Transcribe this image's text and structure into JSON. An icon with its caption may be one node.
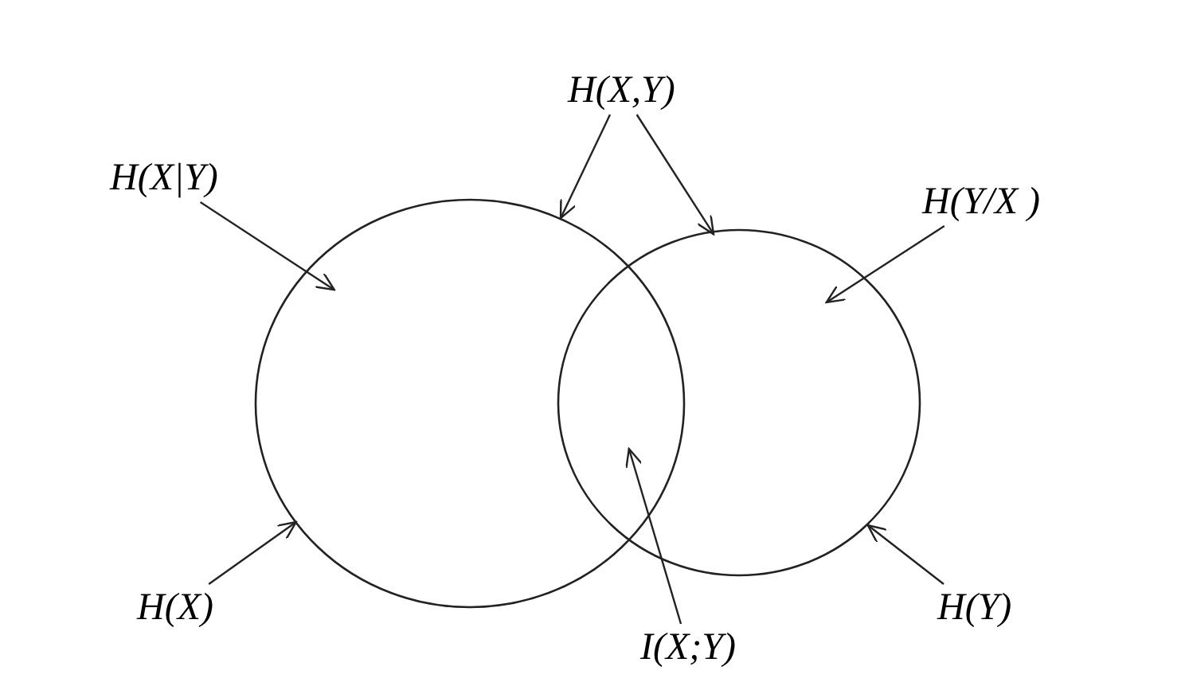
{
  "diagram": {
    "nodes": [
      {
        "text": [
          "H(X,Y)"
        ]
      },
      {
        "text": [
          "H(X|Y)"
        ]
      },
      {
        "text": [
          "H(Y/X )"
        ]
      },
      {
        "text": [
          "H(X)"
        ]
      },
      {
        "text": [
          "I(X;Y)"
        ]
      },
      {
        "text": [
          "H(Y)"
        ]
      },
      {
        "text": [],
        "shape": "circle"
      },
      {
        "text": [],
        "shape": "circle"
      }
    ],
    "edges": [
      {
        "from": 0,
        "to": 6,
        "arrow": "to"
      },
      {
        "from": 0,
        "to": 7,
        "arrow": "to"
      },
      {
        "from": 1,
        "to": 6,
        "arrow": "to"
      },
      {
        "from": 2,
        "to": 7,
        "arrow": "to"
      },
      {
        "from": 3,
        "to": 6,
        "arrow": "to"
      },
      {
        "from": 4,
        "to": 7,
        "arrow": "to"
      },
      {
        "from": 5,
        "to": 7,
        "arrow": "to"
      }
    ]
  }
}
